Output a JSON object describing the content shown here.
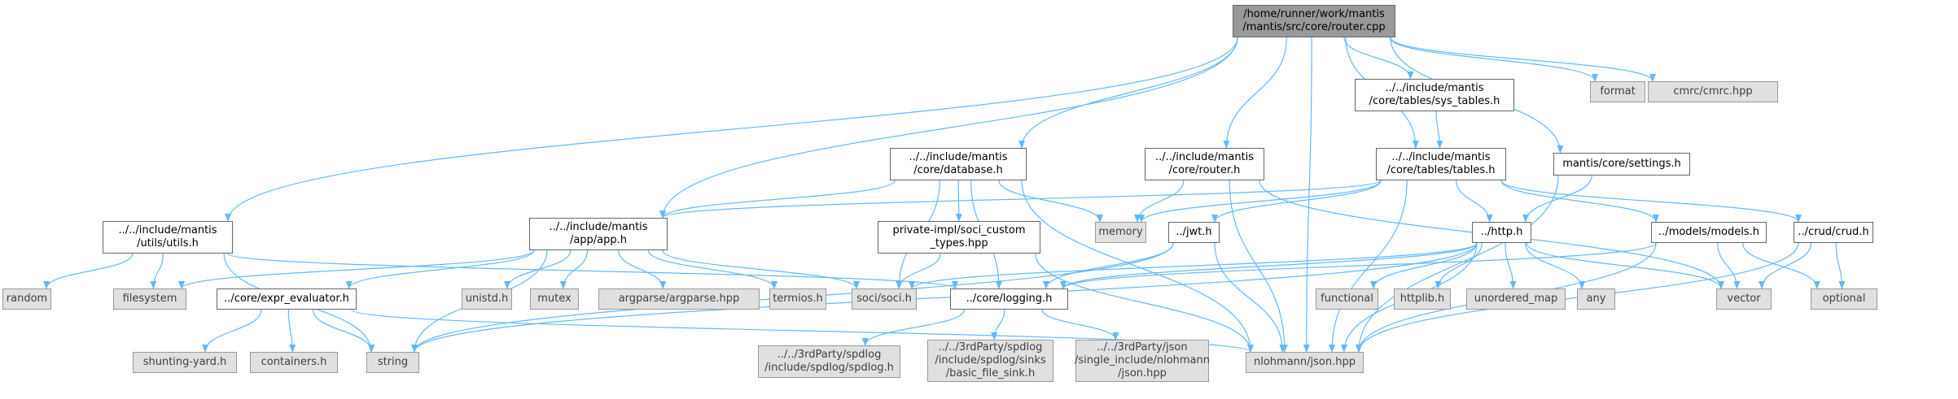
{
  "colors": {
    "edge": "#63b8ff",
    "root_fill": "#999999",
    "file_fill": "#ffffff",
    "external_fill": "#e0e0e0"
  },
  "nodes": [
    {
      "id": "root",
      "label": "/home/runner/work/mantis\n/mantis/src/core/router.cpp",
      "kind": "root"
    },
    {
      "id": "utils",
      "label": "../../include/mantis\n/utils/utils.h",
      "kind": "file"
    },
    {
      "id": "app",
      "label": "../../include/mantis\n/app/app.h",
      "kind": "file"
    },
    {
      "id": "database",
      "label": "../../include/mantis\n/core/database.h",
      "kind": "file"
    },
    {
      "id": "router_h",
      "label": "../../include/mantis\n/core/router.h",
      "kind": "file"
    },
    {
      "id": "sys_tables",
      "label": "../../include/mantis\n/core/tables/sys_tables.h",
      "kind": "file"
    },
    {
      "id": "tables",
      "label": "../../include/mantis\n/core/tables/tables.h",
      "kind": "file"
    },
    {
      "id": "settings",
      "label": "mantis/core/settings.h",
      "kind": "file"
    },
    {
      "id": "format",
      "label": "format",
      "kind": "ext"
    },
    {
      "id": "cmrc",
      "label": "cmrc/cmrc.hpp",
      "kind": "ext"
    },
    {
      "id": "soci_custom",
      "label": "private-impl/soci_custom\n_types.hpp",
      "kind": "file"
    },
    {
      "id": "memory",
      "label": "memory",
      "kind": "ext"
    },
    {
      "id": "jwt",
      "label": "../jwt.h",
      "kind": "file"
    },
    {
      "id": "http",
      "label": "../http.h",
      "kind": "file"
    },
    {
      "id": "models",
      "label": "../models/models.h",
      "kind": "file"
    },
    {
      "id": "crud",
      "label": "../crud/crud.h",
      "kind": "file"
    },
    {
      "id": "random",
      "label": "random",
      "kind": "ext"
    },
    {
      "id": "filesystem",
      "label": "filesystem",
      "kind": "ext"
    },
    {
      "id": "expr",
      "label": "../core/expr_evaluator.h",
      "kind": "file"
    },
    {
      "id": "unistd",
      "label": "unistd.h",
      "kind": "ext"
    },
    {
      "id": "mutex",
      "label": "mutex",
      "kind": "ext"
    },
    {
      "id": "argparse",
      "label": "argparse/argparse.hpp",
      "kind": "ext"
    },
    {
      "id": "termios",
      "label": "termios.h",
      "kind": "ext"
    },
    {
      "id": "soci",
      "label": "soci/soci.h",
      "kind": "ext"
    },
    {
      "id": "logging",
      "label": "../core/logging.h",
      "kind": "file"
    },
    {
      "id": "functional",
      "label": "functional",
      "kind": "ext"
    },
    {
      "id": "httplib",
      "label": "httplib.h",
      "kind": "ext"
    },
    {
      "id": "unordered_map",
      "label": "unordered_map",
      "kind": "ext"
    },
    {
      "id": "any",
      "label": "any",
      "kind": "ext"
    },
    {
      "id": "vector",
      "label": "vector",
      "kind": "ext"
    },
    {
      "id": "optional",
      "label": "optional",
      "kind": "ext"
    },
    {
      "id": "shunting",
      "label": "shunting-yard.h",
      "kind": "ext"
    },
    {
      "id": "containers",
      "label": "containers.h",
      "kind": "ext"
    },
    {
      "id": "string",
      "label": "string",
      "kind": "ext"
    },
    {
      "id": "spdlog",
      "label": "../../3rdParty/spdlog\n/include/spdlog/spdlog.h",
      "kind": "ext"
    },
    {
      "id": "sink",
      "label": "../../3rdParty/spdlog\n/include/spdlog/sinks\n/basic_file_sink.h",
      "kind": "ext"
    },
    {
      "id": "json_hpp",
      "label": "../../3rdParty/json\n/single_include/nlohmann\n/json.hpp",
      "kind": "ext"
    },
    {
      "id": "nlohmann",
      "label": "nlohmann/json.hpp",
      "kind": "ext"
    }
  ],
  "edges": [
    [
      "root",
      "utils"
    ],
    [
      "root",
      "app"
    ],
    [
      "root",
      "database"
    ],
    [
      "root",
      "router_h"
    ],
    [
      "root",
      "sys_tables"
    ],
    [
      "root",
      "tables"
    ],
    [
      "root",
      "settings"
    ],
    [
      "root",
      "format"
    ],
    [
      "root",
      "cmrc"
    ],
    [
      "root",
      "nlohmann"
    ],
    [
      "utils",
      "random"
    ],
    [
      "utils",
      "filesystem"
    ],
    [
      "utils",
      "string"
    ],
    [
      "utils",
      "logging"
    ],
    [
      "app",
      "filesystem"
    ],
    [
      "app",
      "expr"
    ],
    [
      "app",
      "unistd"
    ],
    [
      "app",
      "mutex"
    ],
    [
      "app",
      "argparse"
    ],
    [
      "app",
      "termios"
    ],
    [
      "app",
      "string"
    ],
    [
      "app",
      "soci"
    ],
    [
      "database",
      "app"
    ],
    [
      "database",
      "soci_custom"
    ],
    [
      "database",
      "memory"
    ],
    [
      "database",
      "soci"
    ],
    [
      "database",
      "logging"
    ],
    [
      "database",
      "nlohmann"
    ],
    [
      "router_h",
      "memory"
    ],
    [
      "router_h",
      "vector"
    ],
    [
      "router_h",
      "nlohmann"
    ],
    [
      "sys_tables",
      "tables"
    ],
    [
      "tables",
      "app"
    ],
    [
      "tables",
      "memory"
    ],
    [
      "tables",
      "jwt"
    ],
    [
      "tables",
      "http"
    ],
    [
      "tables",
      "models"
    ],
    [
      "tables",
      "crud"
    ],
    [
      "tables",
      "nlohmann"
    ],
    [
      "settings",
      "http"
    ],
    [
      "settings",
      "nlohmann"
    ],
    [
      "soci_custom",
      "soci"
    ],
    [
      "soci_custom",
      "nlohmann"
    ],
    [
      "jwt",
      "string"
    ],
    [
      "jwt",
      "logging"
    ],
    [
      "jwt",
      "nlohmann"
    ],
    [
      "http",
      "logging"
    ],
    [
      "http",
      "soci"
    ],
    [
      "http",
      "functional"
    ],
    [
      "http",
      "httplib"
    ],
    [
      "http",
      "unordered_map"
    ],
    [
      "http",
      "any"
    ],
    [
      "http",
      "vector"
    ],
    [
      "http",
      "nlohmann"
    ],
    [
      "http",
      "string"
    ],
    [
      "models",
      "vector"
    ],
    [
      "models",
      "optional"
    ],
    [
      "models",
      "nlohmann"
    ],
    [
      "models",
      "logging"
    ],
    [
      "crud",
      "vector"
    ],
    [
      "crud",
      "optional"
    ],
    [
      "crud",
      "nlohmann"
    ],
    [
      "expr",
      "shunting"
    ],
    [
      "expr",
      "containers"
    ],
    [
      "expr",
      "string"
    ],
    [
      "expr",
      "nlohmann"
    ],
    [
      "logging",
      "spdlog"
    ],
    [
      "logging",
      "sink"
    ],
    [
      "logging",
      "json_hpp"
    ]
  ]
}
